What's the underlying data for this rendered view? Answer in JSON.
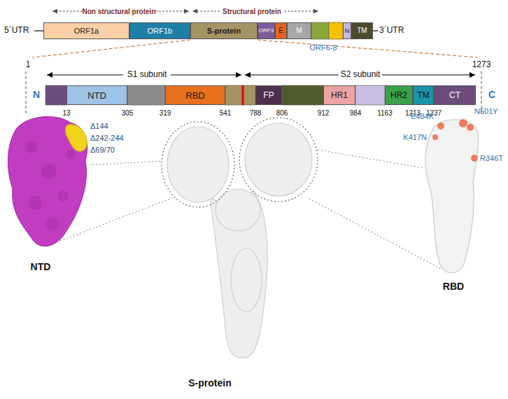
{
  "diagram": {
    "nodes": [
      {
        "text": [
          "ORF1a"
        ]
      },
      {
        "text": [
          "ORF1b"
        ]
      },
      {
        "text": [
          "S-protein"
        ]
      },
      {
        "text": [
          "ORF3"
        ]
      },
      {
        "text": [
          "E"
        ]
      },
      {
        "text": [
          "M"
        ]
      },
      {
        "text": [
          "N"
        ]
      },
      {
        "text": [
          "TM"
        ]
      },
      {
        "text": [
          "NTD"
        ]
      },
      {
        "text": [
          "RBD"
        ]
      },
      {
        "text": [
          "FP"
        ]
      },
      {
        "text": [
          "HR1"
        ]
      },
      {
        "text": [
          "HR2"
        ]
      },
      {
        "text": [
          "TM"
        ]
      },
      {
        "text": [
          "CT"
        ]
      }
    ],
    "labels": [
      "Non structural protein",
      "Structural protein",
      "5´UTR",
      "3´UTR",
      "ORF6-8",
      "1",
      "1273",
      "S1 subunit",
      "S2 subunit",
      "N",
      "C",
      "13",
      "305",
      "319",
      "541",
      "788",
      "806",
      "912",
      "984",
      "1163",
      "1213",
      "1237",
      "Δ144",
      "Δ242-244",
      "Δ69/70",
      "E484K",
      "N501Y",
      "K417N",
      "R346T",
      "NTD",
      "S-protein",
      "RBD"
    ]
  }
}
